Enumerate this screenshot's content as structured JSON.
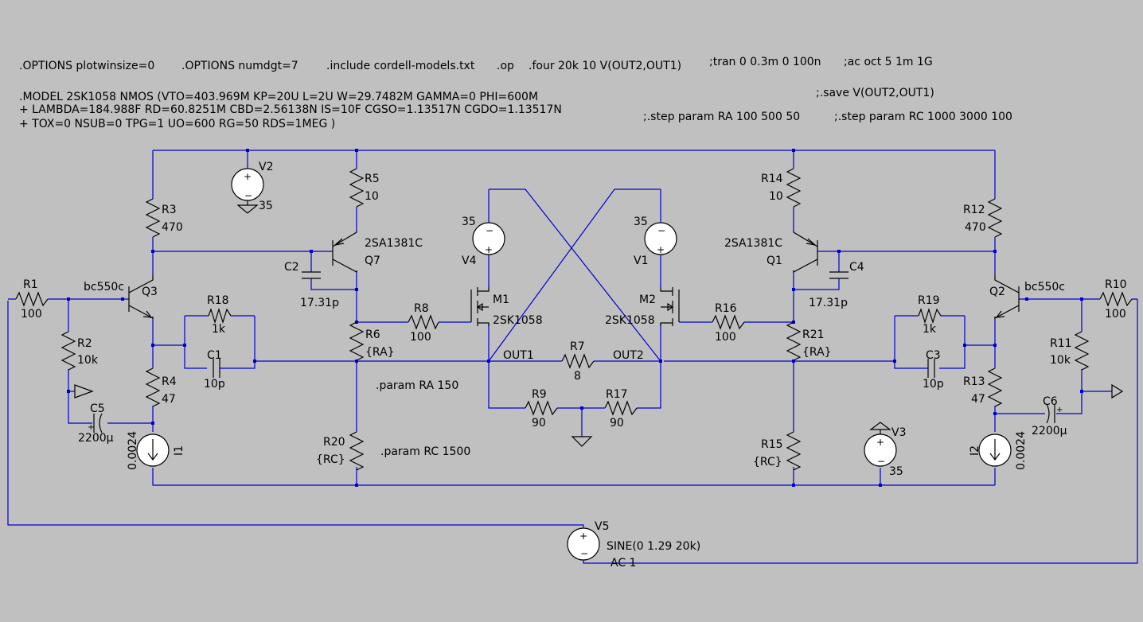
{
  "directives": {
    "plotwinsize": ".OPTIONS plotwinsize=0",
    "numdgt": ".OPTIONS numdgt=7",
    "include": ".include cordell-models.txt",
    "op": ".op",
    "four": ".four 20k 10 V(OUT2,OUT1)",
    "tran": ";tran 0 0.3m 0 100n",
    "ac": ";ac oct 5 1m 1G",
    "model1": ".MODEL 2SK1058 NMOS (VTO=403.969M KP=20U L=2U W=29.7482M GAMMA=0 PHI=600M",
    "model2": "+ LAMBDA=184.988F RD=60.8251M CBD=2.56138N IS=10F CGSO=1.13517N CGDO=1.13517N",
    "model3": "+ TOX=0 NSUB=0 TPG=1 UO=600 RG=50 RDS=1MEG )",
    "save": ";.save V(OUT2,OUT1)",
    "step_ra": ";.step param RA 100 500 50",
    "step_rc": ";.step param RC 1000 3000 100",
    "param_ra": ".param RA 150",
    "param_rc": ".param RC 1500"
  },
  "components": {
    "R1": {
      "name": "R1",
      "value": "100"
    },
    "R2": {
      "name": "R2",
      "value": "10k"
    },
    "R3": {
      "name": "R3",
      "value": "470"
    },
    "R4": {
      "name": "R4",
      "value": "47"
    },
    "R5": {
      "name": "R5",
      "value": "10"
    },
    "R6": {
      "name": "R6",
      "value": "{RA}"
    },
    "R7": {
      "name": "R7",
      "value": "8"
    },
    "R8": {
      "name": "R8",
      "value": "100"
    },
    "R9": {
      "name": "R9",
      "value": "90"
    },
    "R10": {
      "name": "R10",
      "value": "100"
    },
    "R11": {
      "name": "R11",
      "value": "10k"
    },
    "R12": {
      "name": "R12",
      "value": "470"
    },
    "R13": {
      "name": "R13",
      "value": "47"
    },
    "R14": {
      "name": "R14",
      "value": "10"
    },
    "R15": {
      "name": "R15",
      "value": "{RC}"
    },
    "R16": {
      "name": "R16",
      "value": "100"
    },
    "R17": {
      "name": "R17",
      "value": "90"
    },
    "R18": {
      "name": "R18",
      "value": "1k"
    },
    "R19": {
      "name": "R19",
      "value": "1k"
    },
    "R20": {
      "name": "R20",
      "value": "{RC}"
    },
    "R21": {
      "name": "R21",
      "value": "{RA}"
    },
    "C1": {
      "name": "C1",
      "value": "10p"
    },
    "C2": {
      "name": "C2",
      "value": "17.31p"
    },
    "C3": {
      "name": "C3",
      "value": "10p"
    },
    "C4": {
      "name": "C4",
      "value": "17.31p"
    },
    "C5": {
      "name": "C5",
      "value": "2200µ"
    },
    "C6": {
      "name": "C6",
      "value": "2200µ"
    },
    "Q1": {
      "name": "Q1",
      "model": "2SA1381C"
    },
    "Q2": {
      "name": "Q2",
      "model": "bc550c"
    },
    "Q3": {
      "name": "Q3",
      "model": "bc550c"
    },
    "Q7": {
      "name": "Q7",
      "model": "2SA1381C"
    },
    "M1": {
      "name": "M1",
      "model": "2SK1058"
    },
    "M2": {
      "name": "M2",
      "model": "2SK1058"
    },
    "V1": {
      "name": "V1",
      "value": "35"
    },
    "V2": {
      "name": "V2",
      "value": "35"
    },
    "V3": {
      "name": "V3",
      "value": "35"
    },
    "V4": {
      "name": "V4",
      "value": "35"
    },
    "V5": {
      "name": "V5",
      "value": "SINE(0 1.29 20k)",
      "ac": "AC 1"
    },
    "I1": {
      "name": "I1",
      "value": "0.0024"
    },
    "I2": {
      "name": "I2",
      "value": "0.0024"
    }
  },
  "nets": {
    "out1": "OUT1",
    "out2": "OUT2"
  },
  "colors": {
    "background": "#c0c0c0",
    "wire": "#0000d0",
    "component": "#000000",
    "text": "#000000"
  }
}
